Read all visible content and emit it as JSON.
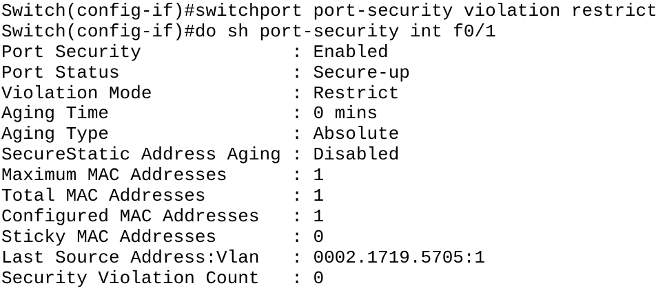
{
  "colors": {
    "background": "#ffffff",
    "text": "#000000"
  },
  "terminal": {
    "prompt": "Switch(config-if)#",
    "lines": [
      "Switch(config-if)#switchport port-security violation restrict",
      "Switch(config-if)#do sh port-security int f0/1",
      "Port Security              : Enabled",
      "Port Status                : Secure-up",
      "Violation Mode             : Restrict",
      "Aging Time                 : 0 mins",
      "Aging Type                 : Absolute",
      "SecureStatic Address Aging : Disabled",
      "Maximum MAC Addresses      : 1",
      "Total MAC Addresses        : 1",
      "Configured MAC Addresses   : 1",
      "Sticky MAC Addresses       : 0",
      "Last Source Address:Vlan   : 0002.1719.5705:1",
      "Security Violation Count   : 0"
    ],
    "commands": [
      "switchport port-security violation restrict",
      "do sh port-security int f0/1"
    ],
    "fields": [
      {
        "label": "Port Security",
        "value": "Enabled"
      },
      {
        "label": "Port Status",
        "value": "Secure-up"
      },
      {
        "label": "Violation Mode",
        "value": "Restrict"
      },
      {
        "label": "Aging Time",
        "value": "0 mins"
      },
      {
        "label": "Aging Type",
        "value": "Absolute"
      },
      {
        "label": "SecureStatic Address Aging",
        "value": "Disabled"
      },
      {
        "label": "Maximum MAC Addresses",
        "value": "1"
      },
      {
        "label": "Total MAC Addresses",
        "value": "1"
      },
      {
        "label": "Configured MAC Addresses",
        "value": "1"
      },
      {
        "label": "Sticky MAC Addresses",
        "value": "0"
      },
      {
        "label": "Last Source Address:Vlan",
        "value": "0002.1719.5705:1"
      },
      {
        "label": "Security Violation Count",
        "value": "0"
      }
    ]
  }
}
